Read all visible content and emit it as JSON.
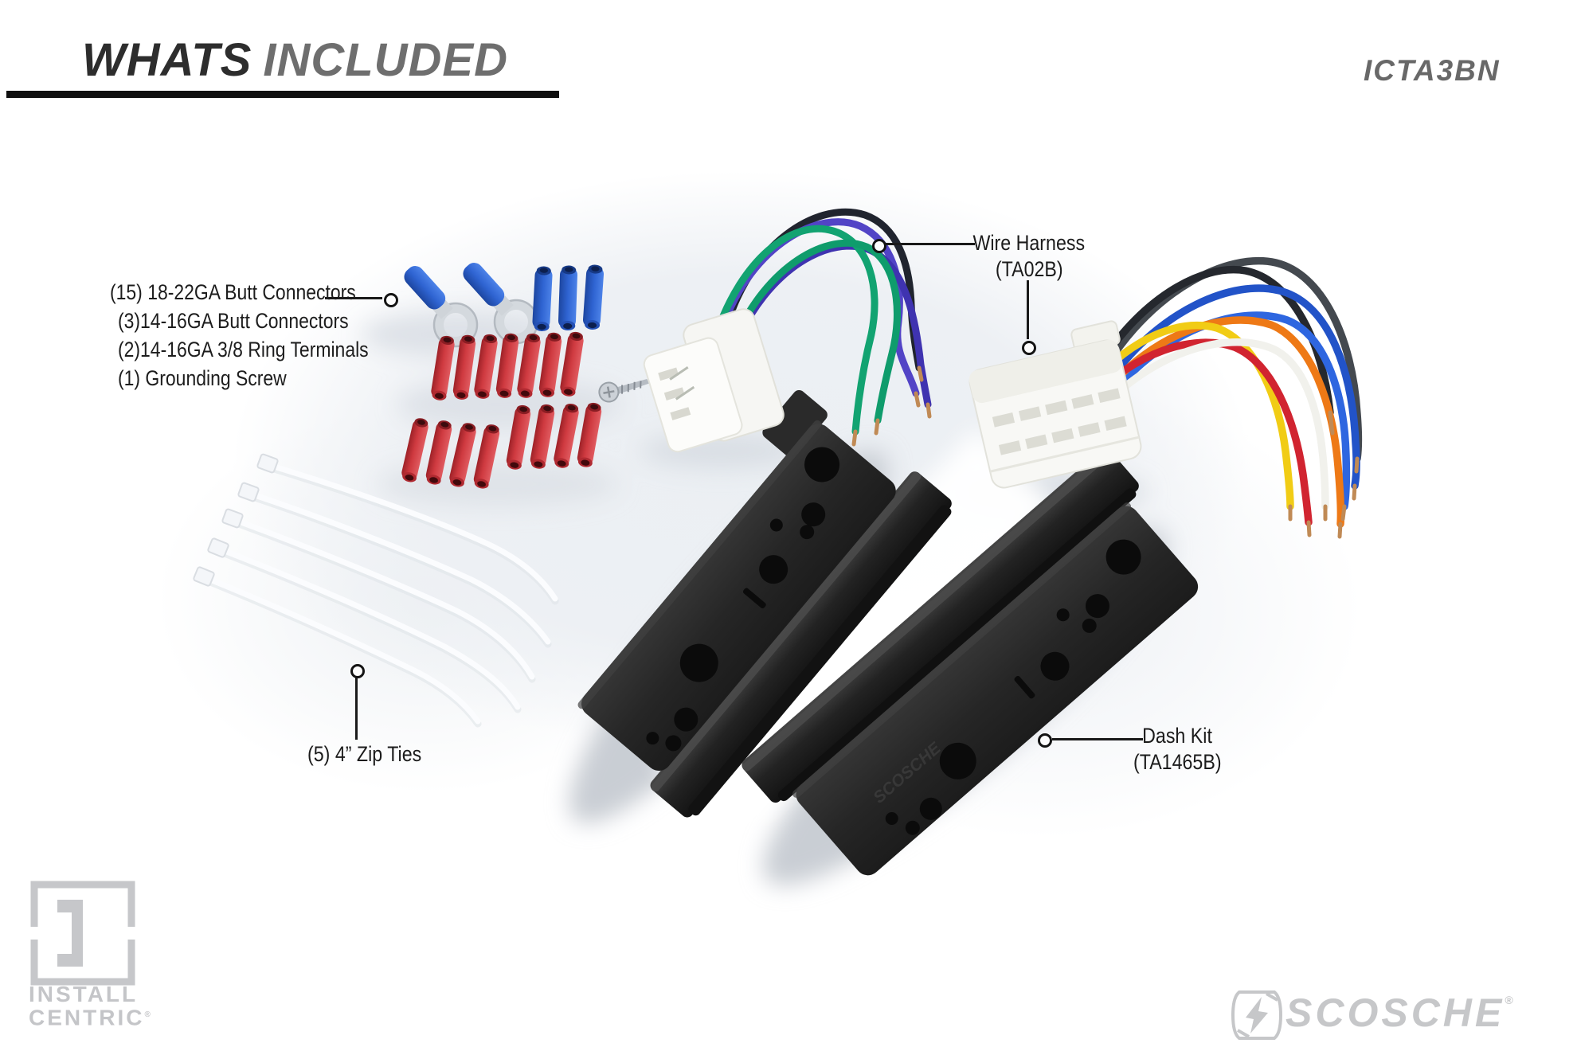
{
  "header": {
    "title_word1": "WHATS",
    "title_word2": "INCLUDED",
    "product_code": "ICTA3BN"
  },
  "parts_list": {
    "items": [
      "(15) 18-22GA Butt Connectors",
      "(3)14-16GA Butt Connectors",
      "(2)14-16GA 3/8 Ring Terminals",
      "(1) Grounding Screw"
    ]
  },
  "callouts": {
    "wire_harness_name": "Wire Harness",
    "wire_harness_part": "(TA02B)",
    "dash_kit_name": "Dash Kit",
    "dash_kit_part": "(TA1465B)",
    "zip_ties": "(5) 4” Zip Ties"
  },
  "branding": {
    "install_centric_line1": "INSTALL",
    "install_centric_line2": "CENTRIC",
    "scosche_wordmark": "SCOSCHE",
    "registered_mark": "®"
  },
  "photo": {
    "molded_text": "SCOSCHE",
    "items": [
      "blue ring terminals",
      "blue butt connectors",
      "red butt connectors",
      "grounding screw",
      "wire harness plug TA02B",
      "wire harness multi-color leads",
      "dash kit brackets TA1465B",
      "white zip ties"
    ],
    "colors": {
      "connector_red": "#c73238",
      "connector_blue": "#2a5ec9",
      "wire_green": "#12a371",
      "wire_purple": "#5244c6",
      "wire_blue": "#2253c8",
      "wire_orange": "#ee7916",
      "wire_yellow": "#f1cc15",
      "wire_red": "#d12430",
      "bracket_black": "#262626",
      "logo_gray": "#c5c6c9"
    }
  }
}
